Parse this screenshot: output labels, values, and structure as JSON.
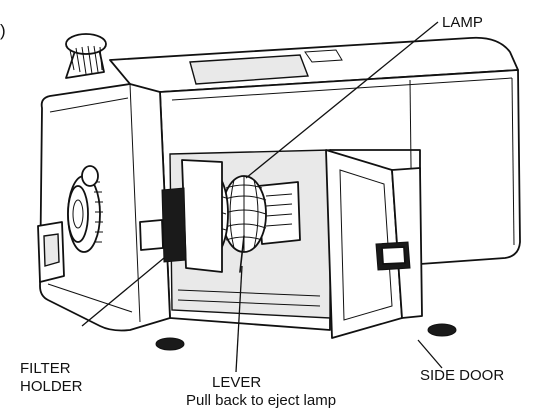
{
  "figure_marker": ")",
  "labels": {
    "lamp": "LAMP",
    "filter_holder_line1": "FILTER",
    "filter_holder_line2": "HOLDER",
    "lever": "LEVER",
    "lever_note": "Pull back to eject lamp",
    "side_door": "SIDE DOOR"
  }
}
